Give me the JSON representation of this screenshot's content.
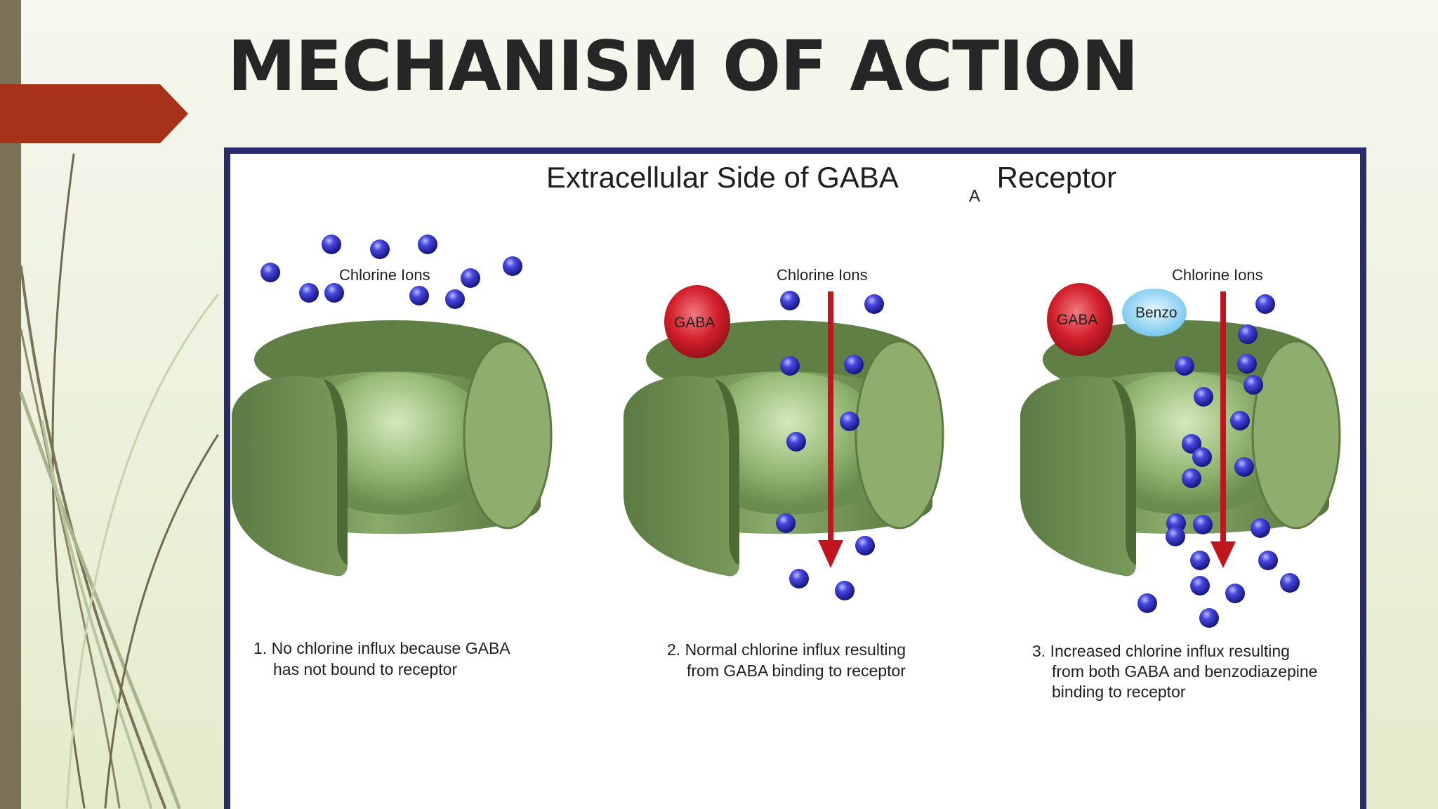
{
  "slide": {
    "title": "MECHANISM OF ACTION"
  },
  "colors": {
    "accent_flag": "#a83217",
    "left_bar": "#7b7157",
    "frame_border": "#2a2a70",
    "receptor_green": "#6e9150",
    "ion_blue": "#2a2ac2",
    "arrow_red": "#c0141e",
    "gaba_red": "#c9242f",
    "benzo_blue": "#8fd6f4"
  },
  "figure": {
    "title_main": "Extracellular Side of GABA",
    "title_sub": "A",
    "title_tail": " Receptor",
    "panels": [
      {
        "ion_label": "Chlorine Ions",
        "caption_line1": "1. No chlorine influx because GABA",
        "caption_line2": "has not bound to receptor",
        "caption_line3": ""
      },
      {
        "ion_label": "Chlorine Ions",
        "gaba_label": "GABA",
        "caption_line1": "2. Normal chlorine influx resulting",
        "caption_line2": "from GABA binding to receptor",
        "caption_line3": ""
      },
      {
        "ion_label": "Chlorine Ions",
        "gaba_label": "GABA",
        "benzo_label": "Benzo",
        "caption_line1": "3. Increased chlorine influx resulting",
        "caption_line2": "from both GABA and benzodiazepine",
        "caption_line3": "binding to receptor"
      }
    ]
  }
}
